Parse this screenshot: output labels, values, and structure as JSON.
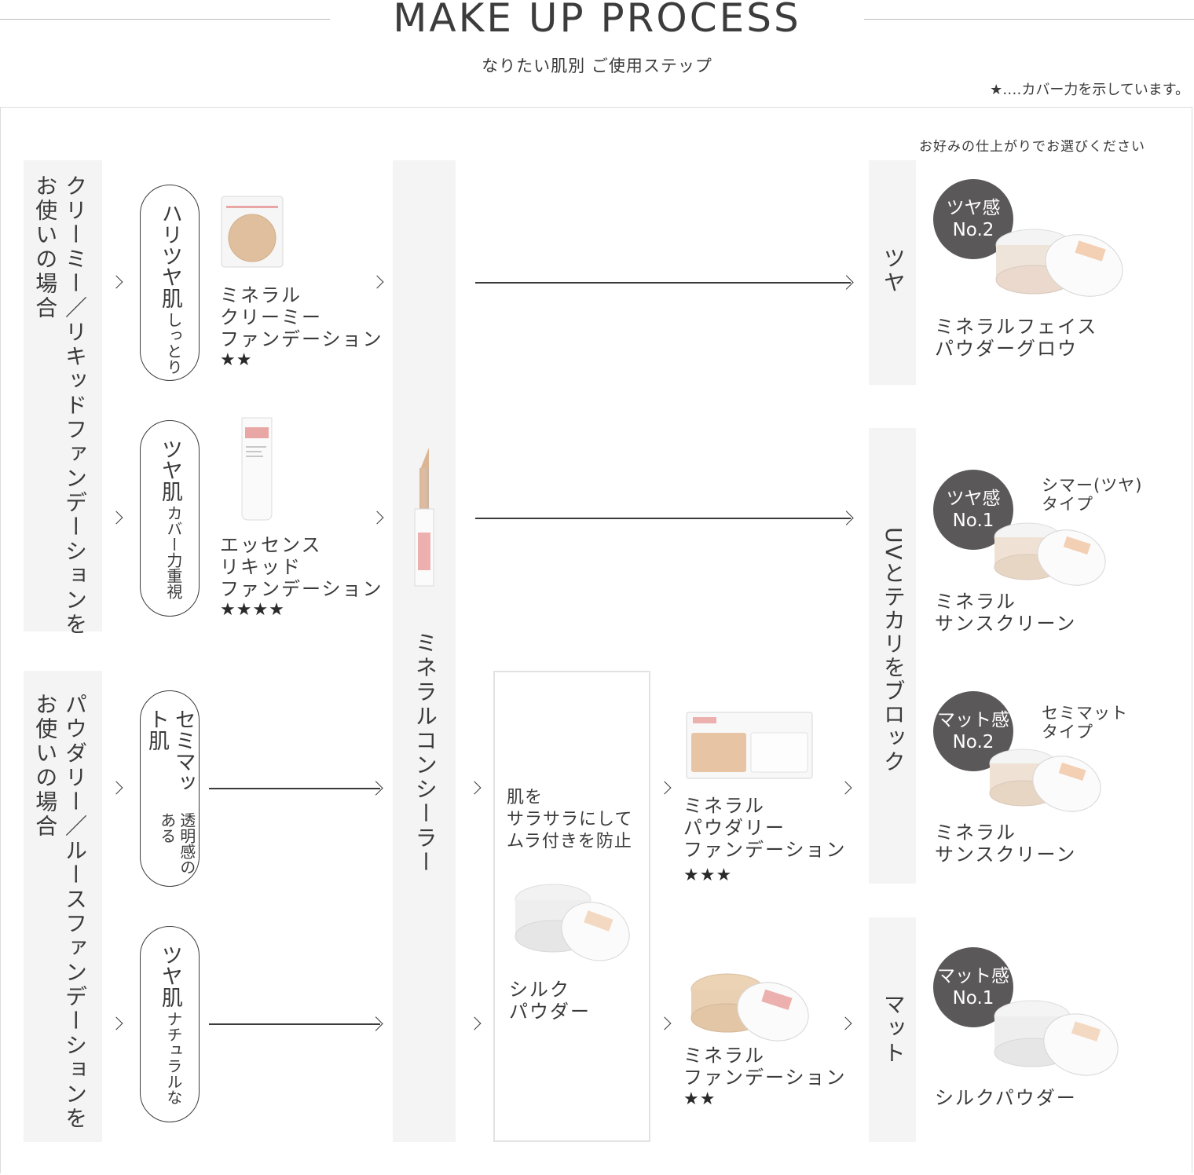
{
  "header": {
    "title": "MAKE UP PROCESS",
    "subtitle": "なりたい肌別 ご使用ステップ",
    "note": "★‥‥カバー力を示しています。"
  },
  "categories": [
    {
      "label": "クリーミー／リキッドファンデーションを\nお使いの場合"
    },
    {
      "label": "パウダリー／ルースファンデーションを\nお使いの場合"
    }
  ],
  "skin_types": [
    {
      "sub": "しっとり",
      "main": "ハリツヤ肌"
    },
    {
      "sub": "カバー力重視",
      "main": "ツヤ肌"
    },
    {
      "sub": "透明感のある",
      "main": "セミマット肌"
    },
    {
      "sub": "ナチュラルな",
      "main": "ツヤ肌"
    }
  ],
  "foundations_left": [
    {
      "name": "ミネラル\nクリーミー\nファンデーション",
      "stars": "★★"
    },
    {
      "name": "エッセンス\nリキッド\nファンデーション",
      "stars": "★★★★"
    }
  ],
  "concealer": {
    "label": "ミネラルコンシーラー"
  },
  "silk_box": {
    "desc": "肌を\nサラサラにして\nムラ付きを防止",
    "name": "シルク\nパウダー"
  },
  "foundations_mid": [
    {
      "name": "ミネラル\nパウダリー\nファンデーション",
      "stars": "★★★"
    },
    {
      "name": "ミネラル\nファンデーション",
      "stars": "★★"
    }
  ],
  "finish_note": "お好みの仕上がりでお選びください",
  "finishes": [
    {
      "label": "ツヤ"
    },
    {
      "label": "UVとテカリをブロック"
    },
    {
      "label": "マット"
    }
  ],
  "powders": [
    {
      "badge1": "ツヤ感",
      "badge2": "No.2",
      "type": "",
      "name": "ミネラルフェイス\nパウダーグロウ"
    },
    {
      "badge1": "ツヤ感",
      "badge2": "No.1",
      "type": "シマー(ツヤ)\nタイプ",
      "name": "ミネラル\nサンスクリーン"
    },
    {
      "badge1": "マット感",
      "badge2": "No.2",
      "type": "セミマット\nタイプ",
      "name": "ミネラル\nサンスクリーン"
    },
    {
      "badge1": "マット感",
      "badge2": "No.1",
      "type": "",
      "name": "シルクパウダー"
    }
  ],
  "colors": {
    "accent_pink": "#e8a6a4",
    "badge": "#5a5858",
    "panel": "#f4f4f4"
  }
}
